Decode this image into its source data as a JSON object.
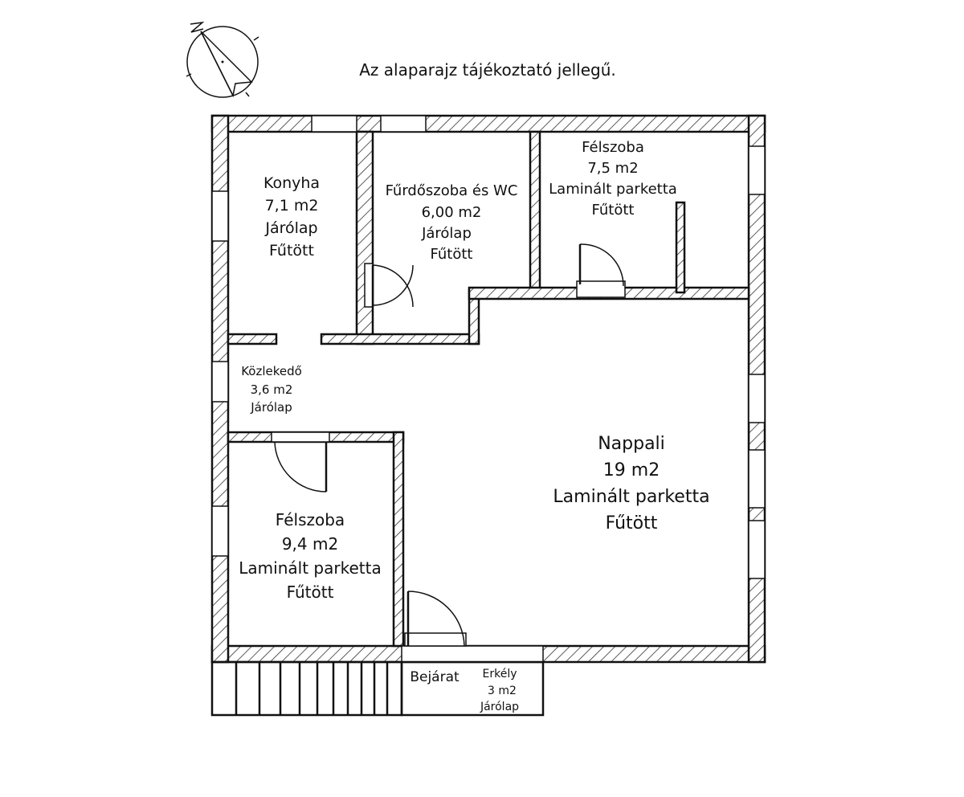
{
  "note": "Az alaparajz tájékoztató jellegű.",
  "compass": {
    "letter": "N"
  },
  "rooms": {
    "kitchen": [
      "Konyha",
      "7,1 m2",
      "Járólap",
      "Fűtött"
    ],
    "bathroom": [
      "Fűrdőszoba és WC",
      "6,00 m2",
      "Járólap",
      "Fűtött"
    ],
    "halfroom_top": [
      "Félszoba",
      "7,5 m2",
      "Laminált parketta",
      "Fűtött"
    ],
    "hallway": [
      "Közlekedő",
      "3,6 m2",
      "Járólap"
    ],
    "living": [
      "Nappali",
      "19 m2",
      "Laminált parketta",
      "Fűtött"
    ],
    "halfroom_bottom": [
      "Félszoba",
      "9,4 m2",
      "Laminált parketta",
      "Fűtött"
    ],
    "entrance": [
      "Bejárat"
    ],
    "balcony": [
      "Erkély",
      "3 m2",
      "Járólap"
    ]
  },
  "colors": {
    "line": "#111111",
    "background": "#ffffff"
  }
}
